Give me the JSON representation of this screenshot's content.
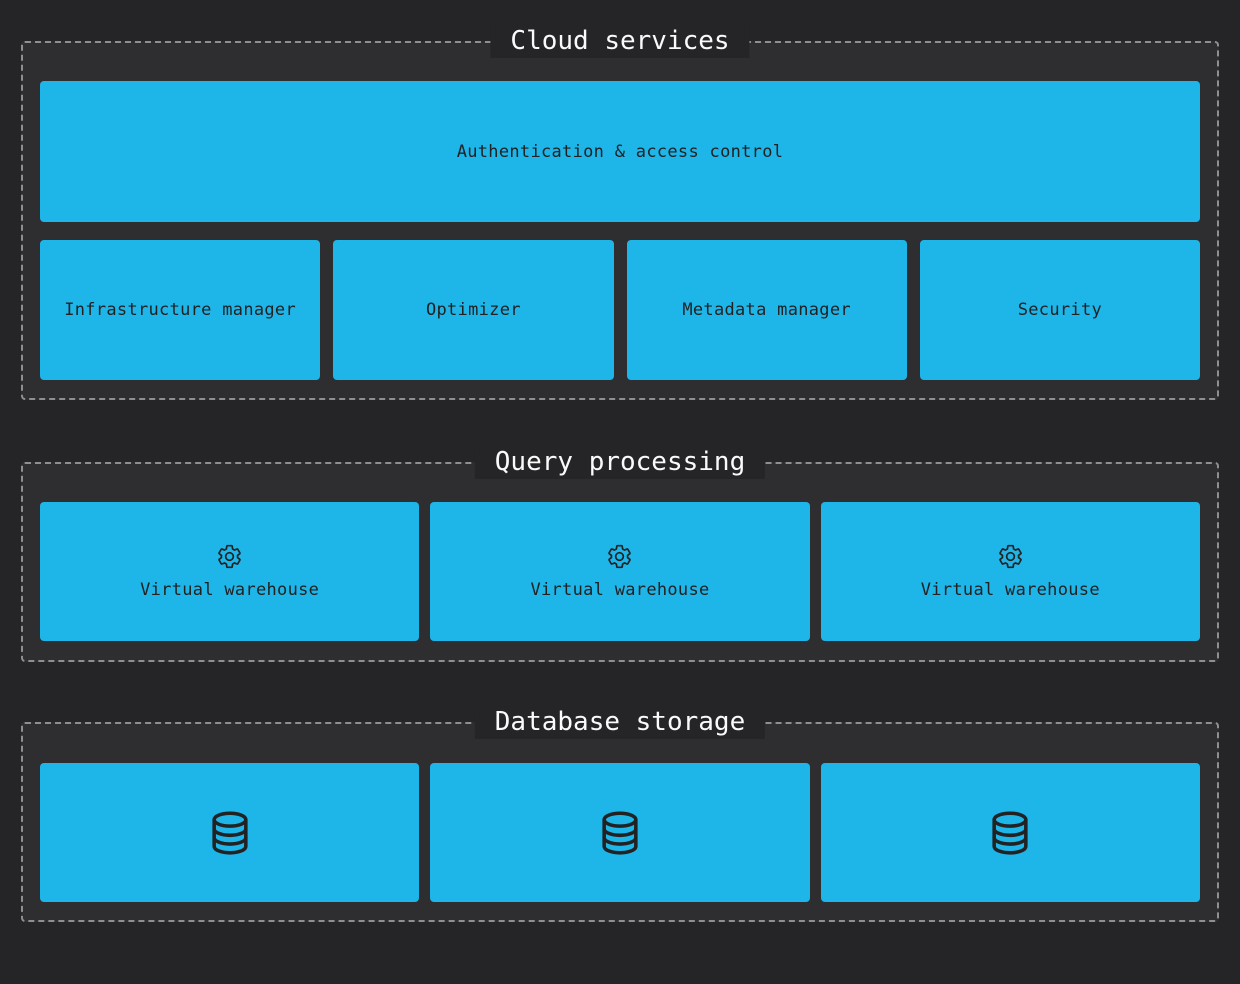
{
  "diagram": {
    "sections": [
      {
        "title": "Cloud services",
        "wide_box": {
          "label": "Authentication & access control"
        },
        "boxes": [
          {
            "label": "Infrastructure manager"
          },
          {
            "label": "Optimizer"
          },
          {
            "label": "Metadata manager"
          },
          {
            "label": "Security"
          }
        ]
      },
      {
        "title": "Query processing",
        "boxes": [
          {
            "icon": "gear-icon",
            "label": "Virtual warehouse"
          },
          {
            "icon": "gear-icon",
            "label": "Virtual warehouse"
          },
          {
            "icon": "gear-icon",
            "label": "Virtual warehouse"
          }
        ]
      },
      {
        "title": "Database storage",
        "boxes": [
          {
            "icon": "database-icon"
          },
          {
            "icon": "database-icon"
          },
          {
            "icon": "database-icon"
          }
        ]
      }
    ],
    "colors": {
      "background": "#252527",
      "section_background": "#2e2e30",
      "box_fill": "#1eb5e9",
      "box_text": "#222222",
      "border_dash": "#8f8f8f",
      "title_text": "#fafafa"
    }
  }
}
